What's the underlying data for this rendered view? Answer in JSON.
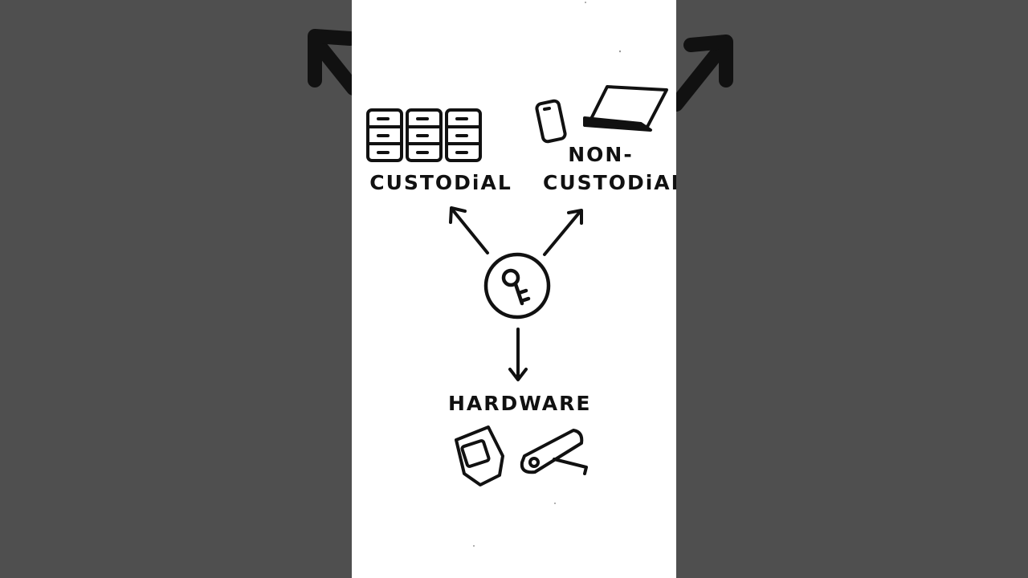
{
  "diagram": {
    "center_node": {
      "icon": "key-icon"
    },
    "branches": {
      "custodial": {
        "label": "CUSTODiAL",
        "icon": "server-rack-icon"
      },
      "non_custodial": {
        "label_line1": "NON-",
        "label_line2": "CUSTODiAL",
        "icons": [
          "phone-icon",
          "laptop-icon"
        ]
      },
      "hardware": {
        "label": "HARDWARE",
        "icons": [
          "hardware-wallet-icon",
          "usb-key-icon"
        ]
      }
    }
  },
  "colors": {
    "background_side": "#4f4f4f",
    "panel": "#ffffff",
    "ink": "#111111"
  }
}
